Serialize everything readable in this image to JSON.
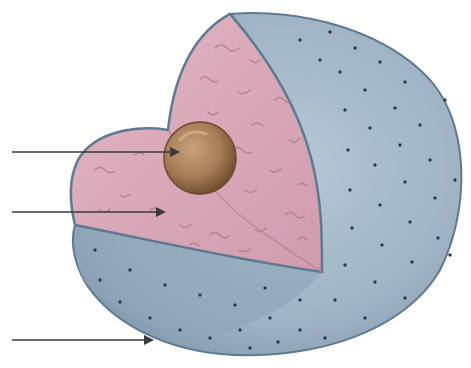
{
  "diagram": {
    "subject": "cell cutaway",
    "colors": {
      "membrane": "#9fb3c4",
      "membrane_dark": "#7f97ab",
      "membrane_edge": "#5e7a92",
      "cytoplasm": "#d9a9b8",
      "cytoplasm_dark": "#c58fa2",
      "nucleus": "#a9825c",
      "nucleus_dark": "#7a5637",
      "pointer": "#3a3a3a",
      "dots": "#24394e"
    },
    "pointers": [
      {
        "target": "nucleus",
        "label": ""
      },
      {
        "target": "cytoplasm",
        "label": ""
      },
      {
        "target": "cell-membrane",
        "label": ""
      }
    ]
  }
}
